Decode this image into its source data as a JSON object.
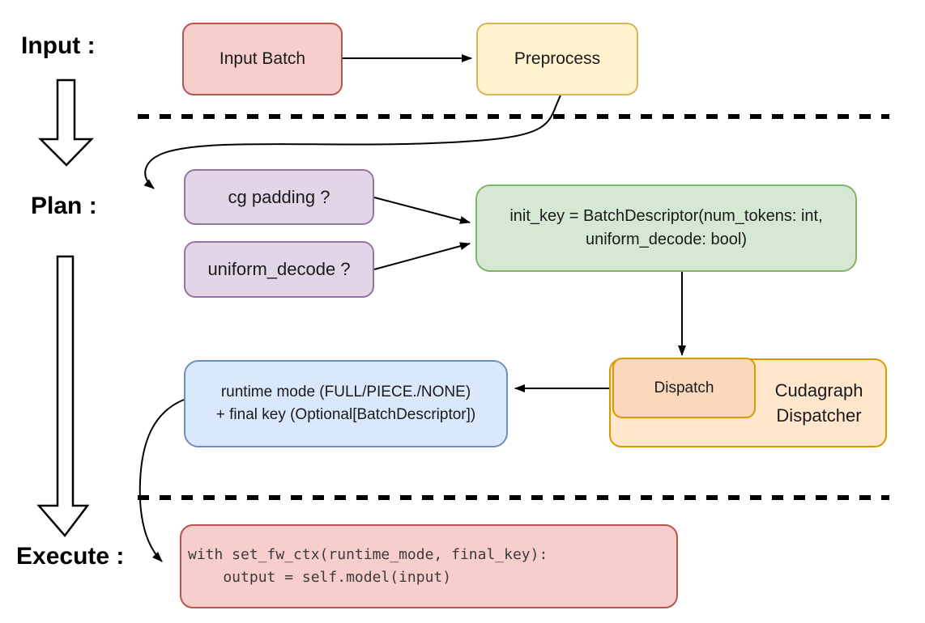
{
  "stage_labels": {
    "input": "Input :",
    "plan": "Plan :",
    "execute": "Execute :"
  },
  "nodes": {
    "input_batch": {
      "label": "Input Batch",
      "fill": "#F8CECC",
      "border": "#B85450"
    },
    "preprocess": {
      "label": "Preprocess",
      "fill": "#FFF2CC",
      "border": "#D6B656"
    },
    "cg_padding": {
      "label": "cg padding ?",
      "fill": "#E1D5E7",
      "border": "#9673A6"
    },
    "uniform_decode": {
      "label": "uniform_decode ?",
      "fill": "#E1D5E7",
      "border": "#9673A6"
    },
    "init_key": {
      "line1": "init_key = BatchDescriptor(num_tokens: int,",
      "line2": "uniform_decode: bool)",
      "fill": "#D5E8D4",
      "border": "#82B366"
    },
    "runtime_result": {
      "line1": "runtime mode (FULL/PIECE./NONE)",
      "line2": "+ final key (Optional[BatchDescriptor])",
      "fill": "#DAE8FC",
      "border": "#6C8EBF"
    },
    "dispatch": {
      "label": "Dispatch",
      "fill": "#FBD7BD",
      "border": "#D79B00"
    },
    "cudagraph_dispatcher": {
      "line1": "Cudagraph",
      "line2": "Dispatcher",
      "fill": "#FFE6CC",
      "border": "#D79B00"
    },
    "execute_code": {
      "line1": "with set_fw_ctx(runtime_mode, final_key):",
      "line2": "    output = self.model(input)",
      "fill": "#F8CECC",
      "border": "#B85450",
      "text_color": "#3B3B3B"
    }
  },
  "colors": {
    "arrow": "#000000",
    "dashed_line": "#000000"
  }
}
